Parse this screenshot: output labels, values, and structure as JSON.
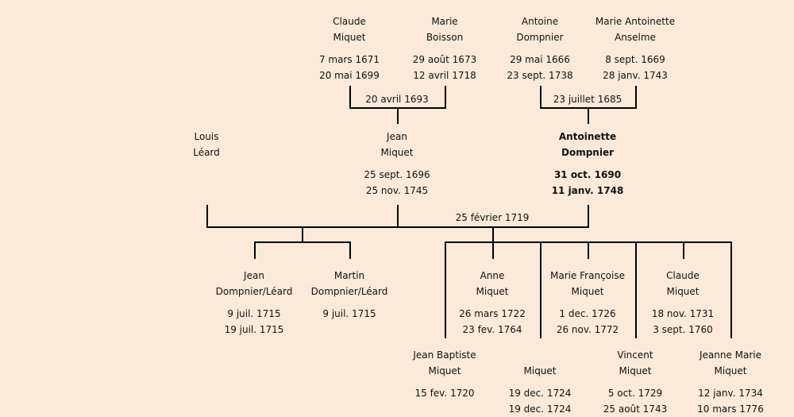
{
  "persons": [
    {
      "id": "claude-miquet-sr",
      "name": [
        "Claude",
        "Miquet"
      ],
      "dates": [
        "7 mars 1671",
        "20 mai 1699"
      ]
    },
    {
      "id": "marie-boisson",
      "name": [
        "Marie",
        "Boisson"
      ],
      "dates": [
        "29 août 1673",
        "12 avril 1718"
      ]
    },
    {
      "id": "antoine-dompnier",
      "name": [
        "Antoine",
        "Dompnier"
      ],
      "dates": [
        "29 mai 1666",
        "23 sept. 1738"
      ]
    },
    {
      "id": "marie-antoinette-anselme",
      "name": [
        "Marie Antoinette",
        "Anselme"
      ],
      "dates": [
        "8 sept. 1669",
        "28 janv. 1743"
      ]
    },
    {
      "id": "louis-leard",
      "name": [
        "Louis",
        "Léard"
      ],
      "dates": []
    },
    {
      "id": "jean-miquet",
      "name": [
        "Jean",
        "Miquet"
      ],
      "dates": [
        "25 sept. 1696",
        "25 nov. 1745"
      ]
    },
    {
      "id": "antoinette-dompnier",
      "name": [
        "Antoinette",
        "Dompnier"
      ],
      "dates": [
        "31 oct. 1690",
        "11 janv. 1748"
      ],
      "focus": true
    },
    {
      "id": "jean-dompnier-leard",
      "name": [
        "Jean",
        "Dompnier/Léard"
      ],
      "dates": [
        "9 juil. 1715",
        "19 juil. 1715"
      ]
    },
    {
      "id": "martin-dompnier-leard",
      "name": [
        "Martin",
        "Dompnier/Léard"
      ],
      "dates": [
        "9 juil. 1715"
      ]
    },
    {
      "id": "anne-miquet",
      "name": [
        "Anne",
        "Miquet"
      ],
      "dates": [
        "26 mars 1722",
        "23 fev. 1764"
      ]
    },
    {
      "id": "marie-francoise-miquet",
      "name": [
        "Marie Françoise",
        "Miquet"
      ],
      "dates": [
        "1 dec. 1726",
        "26 nov. 1772"
      ]
    },
    {
      "id": "claude-miquet",
      "name": [
        "Claude",
        "Miquet"
      ],
      "dates": [
        "18 nov. 1731",
        "3 sept. 1760"
      ]
    },
    {
      "id": "jean-baptiste-miquet",
      "name": [
        "Jean Baptiste",
        "Miquet"
      ],
      "dates": [
        "15 fev. 1720"
      ]
    },
    {
      "id": "miquet-unnamed",
      "name": [
        "",
        "Miquet"
      ],
      "dates": [
        "19 dec. 1724",
        "19 dec. 1724"
      ]
    },
    {
      "id": "vincent-miquet",
      "name": [
        "Vincent",
        "Miquet"
      ],
      "dates": [
        "5 oct. 1729",
        "25 août 1743"
      ]
    },
    {
      "id": "jeanne-marie-miquet",
      "name": [
        "Jeanne Marie",
        "Miquet"
      ],
      "dates": [
        "12 janv. 1734",
        "10 mars 1776"
      ]
    }
  ],
  "marriages": [
    {
      "id": "miquet-boisson",
      "date": "20 avril 1693"
    },
    {
      "id": "dompnier-anselme",
      "date": "23 juillet 1685"
    },
    {
      "id": "miquet-dompnier",
      "date": "25 février 1719"
    }
  ]
}
